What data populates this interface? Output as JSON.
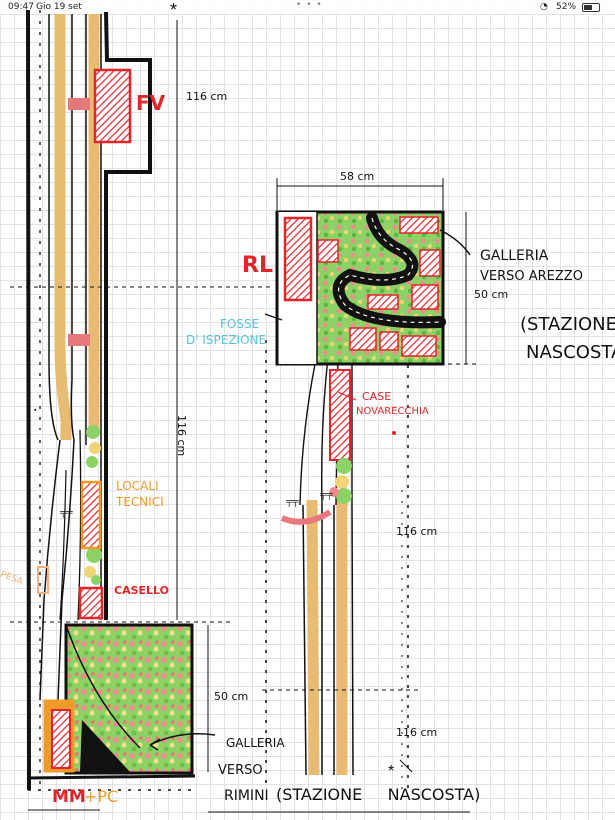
{
  "status_bar": {
    "time": "09:47",
    "date": "Gio 19 set",
    "battery": "52%"
  },
  "labels": {
    "fv": "FV",
    "rl": "RL",
    "locali_tecnici_1": "LOCALI",
    "locali_tecnici_2": "TECNICI",
    "casello": "CASELLO",
    "fosse_1": "FOSSE",
    "fosse_2": "D' ISPEZIONE",
    "case_1": "CASE",
    "case_2": "NOVARECCHIA",
    "galleria_arezzo_1": "GALLERIA",
    "galleria_arezzo_2": "VERSO AREZZO",
    "stazione_nascosta_right_1": "(STAZIONE",
    "stazione_nascosta_right_2": "NASCOSTA)",
    "galleria_rimini_1": "GALLERIA",
    "galleria_rimini_2": "VERSO",
    "galleria_rimini_3": "RIMINI",
    "stazione_nascosta_bottom": "(STAZIONE     NASCOSTA)",
    "mm": "MM",
    "pc": "+PC",
    "pesa": "PESA"
  },
  "dimensions": {
    "d116_top": "116 cm",
    "d116_mid": "116 cm",
    "d50_left": "50 cm",
    "d58": "58 cm",
    "d50_right": "50 cm",
    "d116_right_mid": "116 cm",
    "d116_right_low": "116 cm"
  },
  "colors": {
    "track_bed": "#e8bb72",
    "building_red": "#e0262b",
    "technical_orange": "#f09a2a",
    "greenery": "#8cd267",
    "inspection_cyan": "#5bc0d8",
    "pink_marker": "#e7787c"
  }
}
